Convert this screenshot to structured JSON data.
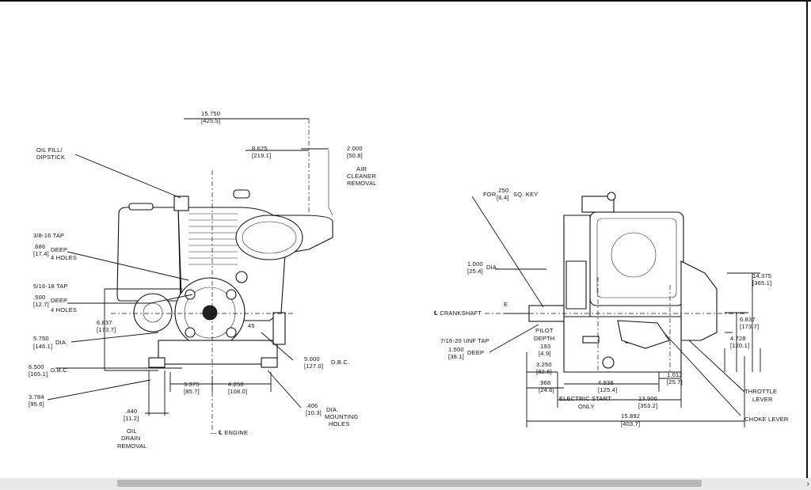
{
  "left_view": {
    "overall_width": "15.750",
    "overall_width_mm": "[425.5]",
    "half_width": "8.625",
    "half_width_mm": "[219.1]",
    "air_cleaner_clearance": "2.000",
    "air_cleaner_clearance_mm": "[50.8]",
    "air_cleaner_label_1": "AIR",
    "air_cleaner_label_2": "CLEANER",
    "air_cleaner_label_3": "REMOVAL",
    "oil_fill_1": "OIL FILL/",
    "oil_fill_2": "DIPSTICK",
    "tap_38": "3/8-16 TAP",
    "tap_38_depth": ".686",
    "tap_38_depth_mm": "[17.4]",
    "tap_38_deep": "DEEP",
    "tap_38_holes": "4 HOLES",
    "tap_516": "5/16-18 TAP",
    "tap_516_depth": ".500",
    "tap_516_depth_mm": "[12.7]",
    "tap_516_deep": "DEEP",
    "tap_516_holes": "4 HOLES",
    "dim_6837": "6.837",
    "dim_6837_mm": "[173.7]",
    "dia_5750": "5.750",
    "dia_5750_mm": "[146.1]",
    "dia_label": "DIA.",
    "dbc_6500": "6.500",
    "dbc_6500_mm": "[165.1]",
    "dbc_label": "D.B.C.",
    "dim_3784": "3.784",
    "dim_3784_mm": "[95.6]",
    "dim_440": ".440",
    "dim_440_mm": "[11.2]",
    "oil_drain_1": "OIL",
    "oil_drain_2": "DRAIN",
    "oil_drain_3": "REMOVAL",
    "dim_3375": "3.375",
    "dim_3375_mm": "[85.7]",
    "dim_4250": "4.250",
    "dim_4250_mm": "[108.0]",
    "dbc_5000": "5.000",
    "dbc_5000_mm": "[127.0]",
    "dbc_5000_label": "D.B.C.",
    "hole_406": ".406",
    "hole_406_mm": "[10.3]",
    "hole_label_1": "DIA.",
    "hole_label_2": "MOUNTING",
    "hole_label_3": "HOLES",
    "engine_cl": "— ℄ ENGINE",
    "angle_45": "45"
  },
  "right_view": {
    "key_label": "FOR",
    "key_frac_top": ".250",
    "key_frac_bottom": "[6.4]",
    "key_text": "SQ. KEY",
    "dia_1000": "1.000",
    "dia_1000_mm": "[25.4]",
    "dia_1000_label": "DIA.",
    "crankshaft": "℄ CRANKSHAFT",
    "unf_tap": "7/16-20 UNF TAP",
    "unf_depth": "1.500",
    "unf_depth_mm": "[38.1]",
    "unf_deep": "DEEP",
    "pilot_1": "PILOT",
    "pilot_2": "DEPTH",
    "pilot_val": ".193",
    "pilot_val_mm": "[4.9]",
    "dim_3250": "3.250",
    "dim_3250_mm": "[82.6]",
    "dim_968": ".968",
    "dim_968_mm": "[24.6]",
    "dim_4938": "4.938",
    "dim_4938_mm": "[125.4]",
    "dim_1012": "1.012",
    "dim_1012_mm": "[25.7]",
    "electric_start_1": "ELECTRIC START",
    "electric_start_2": "ONLY",
    "dim_13906": "13.906",
    "dim_13906_mm": "[353.2]",
    "dim_15892": "15.892",
    "dim_15892_mm": "[403.7]",
    "dim_14375": "14.375",
    "dim_14375_mm": "[365.1]",
    "dim_6837": "6.837",
    "dim_6837_mm": "[173.7]",
    "dim_4728": "4.728",
    "dim_4728_mm": "[120.1]",
    "throttle_1": "THROTTLE",
    "throttle_2": "LEVER",
    "choke": "CHOKE LEVER",
    "e_mark": "E"
  }
}
